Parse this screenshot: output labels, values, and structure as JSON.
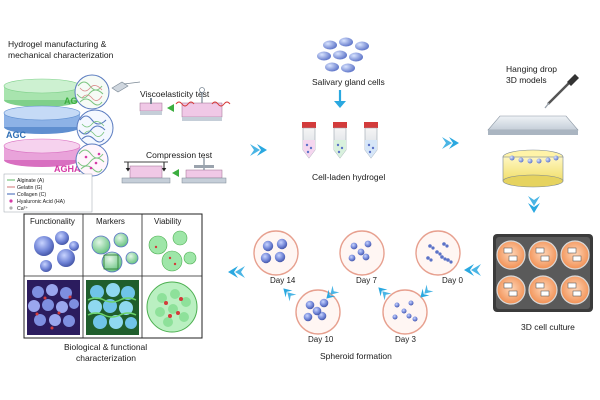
{
  "sections": {
    "hydrogel_title_line1": "Hydrogel manufacturing &",
    "hydrogel_title_line2": "mechanical characterization",
    "viscoelasticity_test": "Viscoelasticity test",
    "compression_test": "Compression test",
    "salivary_gland_cells": "Salivary gland cells",
    "cell_laden_hydrogel": "Cell-laden hydrogel",
    "hanging_drop_line1": "Hanging drop",
    "hanging_drop_line2": "3D models",
    "cell_culture_3d": "3D cell culture",
    "spheroid_formation": "Spheroid formation",
    "bio_char_line1": "Biological & functional",
    "bio_char_line2": "characterization"
  },
  "hydrogels": [
    {
      "label": "AG",
      "color": "#3cae3f"
    },
    {
      "label": "AGC",
      "color": "#2f6fb5"
    },
    {
      "label": "AGHA",
      "color": "#d63ba6"
    }
  ],
  "legend": [
    {
      "label": "Alginate (A)",
      "color": "#7bc47f"
    },
    {
      "label": "Gelatin (G)",
      "color": "#d98c8c"
    },
    {
      "label": "Collagen (C)",
      "color": "#5b7cc0"
    },
    {
      "label": "Hyaluronic Acid (HA)",
      "color": "#d63ba6"
    },
    {
      "label": "Ca²⁺",
      "color": "#b0b0b0"
    }
  ],
  "grid_headers": [
    "Functionality",
    "Markers",
    "Viability"
  ],
  "days": [
    "Day 0",
    "Day 3",
    "Day 7",
    "Day 10",
    "Day 14"
  ],
  "colors": {
    "arrow": "#2aa8e0",
    "spheroid": "#5b72c7",
    "petri_border": "#e7a08f"
  }
}
